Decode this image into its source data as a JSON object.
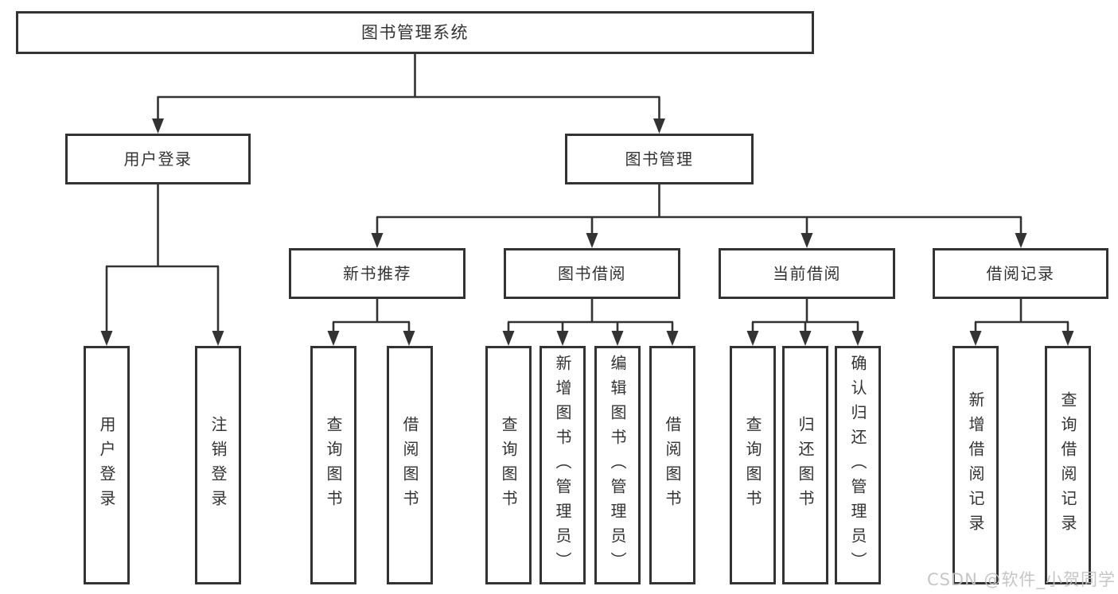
{
  "colors": {
    "line": "#333333",
    "text": "#333333",
    "watermark": "#c2c2c2",
    "background": "#ffffff"
  },
  "watermark": "CSDN @软件_小贺同学",
  "tree": {
    "root": {
      "label": "图书管理系统",
      "children": [
        {
          "label": "用户登录",
          "children": [
            {
              "label": "用户登录"
            },
            {
              "label": "注销登录"
            }
          ]
        },
        {
          "label": "图书管理",
          "children": [
            {
              "label": "新书推荐",
              "children": [
                {
                  "label": "查询图书"
                },
                {
                  "label": "借阅图书"
                }
              ]
            },
            {
              "label": "图书借阅",
              "children": [
                {
                  "label": "查询图书"
                },
                {
                  "label": "新增图书（管理员）"
                },
                {
                  "label": "编辑图书（管理员）"
                },
                {
                  "label": "借阅图书"
                }
              ]
            },
            {
              "label": "当前借阅",
              "children": [
                {
                  "label": "查询图书"
                },
                {
                  "label": "归还图书"
                },
                {
                  "label": "确认归还（管理员）"
                }
              ]
            },
            {
              "label": "借阅记录",
              "children": [
                {
                  "label": "新增借阅记录"
                },
                {
                  "label": "查询借阅记录"
                }
              ]
            }
          ]
        }
      ]
    }
  }
}
